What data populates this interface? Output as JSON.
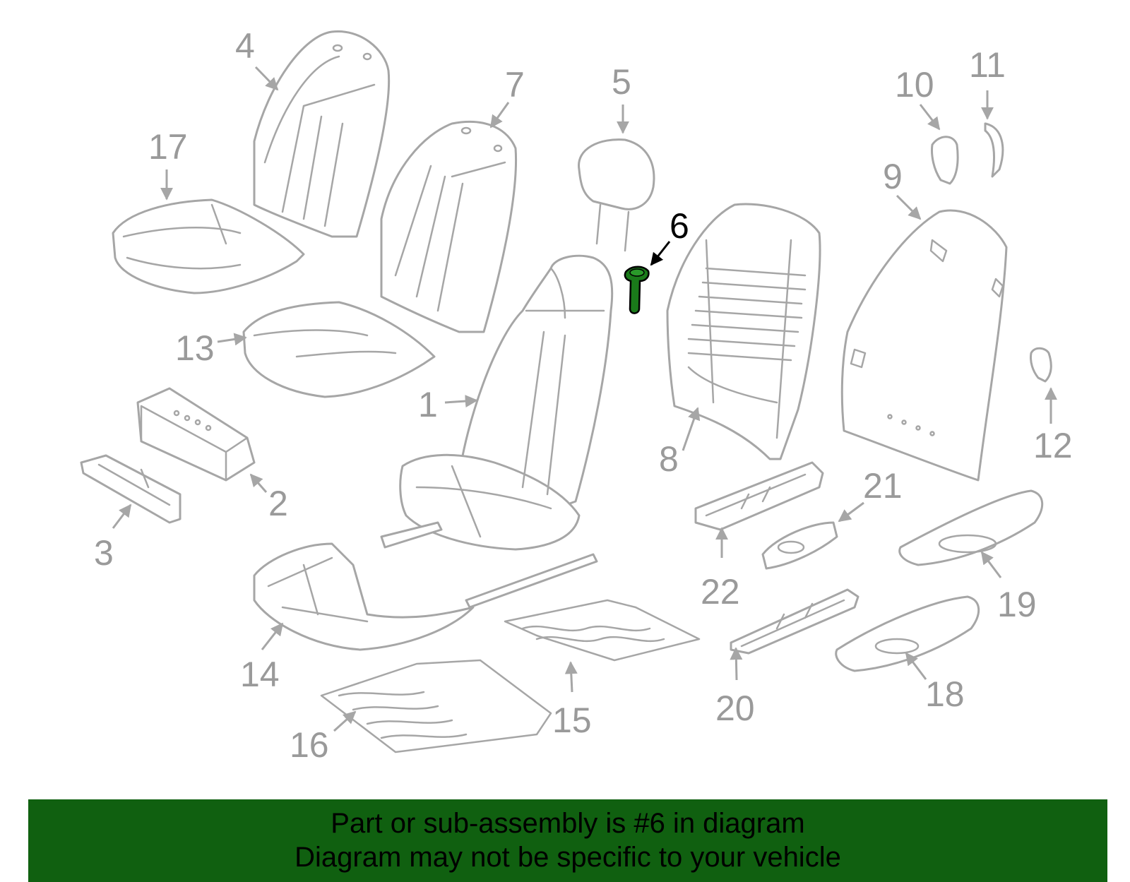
{
  "highlighted_part": "6",
  "highlight_color": "#1a7a1a",
  "banner_color": "#106010",
  "part_labels": [
    "1",
    "2",
    "3",
    "4",
    "5",
    "6",
    "7",
    "8",
    "9",
    "10",
    "11",
    "12",
    "13",
    "14",
    "15",
    "16",
    "17",
    "18",
    "19",
    "20",
    "21",
    "22"
  ],
  "banner": {
    "line1": "Part or sub-assembly is #6 in diagram",
    "line2": "Diagram may not be specific to your vehicle"
  }
}
